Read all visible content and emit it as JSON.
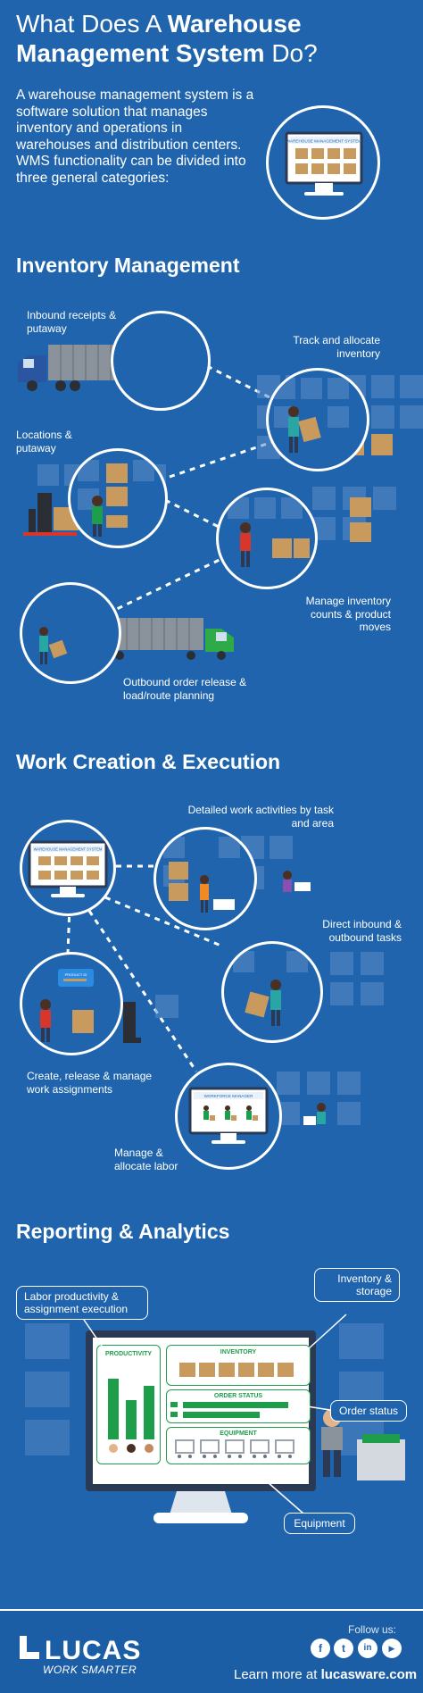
{
  "header": {
    "title_part1": "What Does A ",
    "title_bold1": "Warehouse",
    "title_bold2": "Management System",
    "title_part2": " Do?",
    "intro": "A warehouse management system is a software solution that manages inventory and operations in warehouses and distribution centers. WMS functionality can be divided into three general categories:",
    "monitor_label": "WAREHOUSE MANAGEMENT SYSTEM"
  },
  "inventory": {
    "heading": "Inventory Management",
    "labels": {
      "inbound": "Inbound receipts & putaway",
      "track": "Track and allocate inventory",
      "locations": "Locations & putaway",
      "counts": "Manage inventory counts & product moves",
      "outbound": "Outbound order release & load/route planning"
    }
  },
  "work": {
    "heading": "Work Creation & Execution",
    "monitor_label": "WAREHOUSE MANAGEMENT SYSTEM",
    "workforce_label": "WORKFORCE MANAGER",
    "card_label": "PRODUCT ID",
    "labels": {
      "detailed": "Detailed work activities by task and area",
      "direct": "Direct inbound & outbound tasks",
      "create": "Create, release & manage work assignments",
      "labor": "Manage & allocate labor"
    }
  },
  "reporting": {
    "heading": "Reporting & Analytics",
    "callouts": {
      "labor": "Labor productivity & assignment execution",
      "inventory": "Inventory & storage",
      "order": "Order status",
      "equipment": "Equipment"
    },
    "panels": {
      "productivity": "PRODUCTIVITY",
      "inventory": "INVENTORY",
      "order_status": "ORDER STATUS",
      "equipment": "EQUIPMENT"
    },
    "productivity_levels": [
      0.85,
      0.55,
      0.75
    ]
  },
  "footer": {
    "logo": "LUCAS",
    "tagline": "WORK SMARTER",
    "follow": "Follow us:",
    "learn_prefix": "Learn more at ",
    "learn_site": "lucasware.com",
    "social": [
      "f",
      "t",
      "in",
      "▶"
    ]
  },
  "colors": {
    "background": "#1f64ad",
    "accent_green": "#1e9e4a",
    "box_tan": "#c89a5e",
    "truck_green": "#2eaa48",
    "truck_blue": "#2a55a0"
  }
}
